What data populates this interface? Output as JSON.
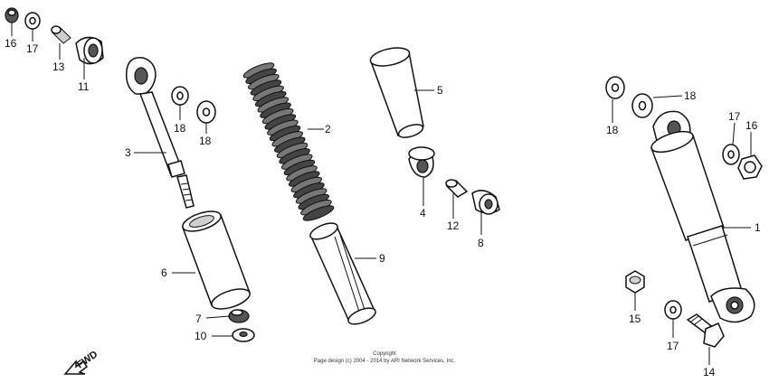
{
  "callouts": [
    {
      "id": "c16a",
      "label": "16"
    },
    {
      "id": "c17a",
      "label": "17"
    },
    {
      "id": "c13",
      "label": "13"
    },
    {
      "id": "c11",
      "label": "11"
    },
    {
      "id": "c3",
      "label": "3"
    },
    {
      "id": "c18a",
      "label": "18"
    },
    {
      "id": "c18b",
      "label": "18"
    },
    {
      "id": "c2",
      "label": "2"
    },
    {
      "id": "c5",
      "label": "5"
    },
    {
      "id": "c4",
      "label": "4"
    },
    {
      "id": "c12",
      "label": "12"
    },
    {
      "id": "c8",
      "label": "8"
    },
    {
      "id": "c6",
      "label": "6"
    },
    {
      "id": "c7",
      "label": "7"
    },
    {
      "id": "c10",
      "label": "10"
    },
    {
      "id": "c9",
      "label": "9"
    },
    {
      "id": "c18c",
      "label": "18"
    },
    {
      "id": "c18d",
      "label": "18"
    },
    {
      "id": "c17b",
      "label": "17"
    },
    {
      "id": "c16b",
      "label": "16"
    },
    {
      "id": "c1",
      "label": "1"
    },
    {
      "id": "c15",
      "label": "15"
    },
    {
      "id": "c17c",
      "label": "17"
    },
    {
      "id": "c14",
      "label": "14"
    }
  ],
  "forward_label": "FWD",
  "copyright": {
    "line1": "Copyright",
    "line2": "Page design (c) 2004 - 2014 by ARI Network Services, Inc."
  }
}
